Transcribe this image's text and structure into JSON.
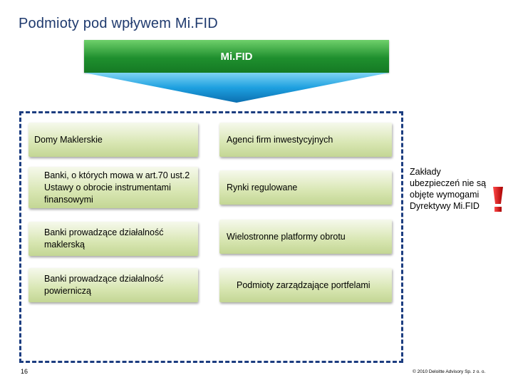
{
  "slide": {
    "title": "Podmioty pod wpływem Mi.FID",
    "banner_label": "Mi.FID",
    "left_boxes": [
      "Domy Maklerskie",
      "Banki, o których mowa w art.70 ust.2 Ustawy o obrocie instrumentami finansowymi",
      "Banki prowadzące działalność maklerską",
      "Banki prowadzące działalność powierniczą"
    ],
    "right_boxes": [
      "Agenci firm inwestycyjnych",
      "Rynki regulowane",
      "Wielostronne platformy obrotu",
      "Podmioty zarządzające portfelami"
    ],
    "side_note": "Zakłady ubezpieczeń nie są objęte wymogami Dyrektywy Mi.FID",
    "page_number": "16",
    "copyright": "© 2010 Deloitte Advisory Sp. z o. o."
  },
  "colors": {
    "title": "#1f3a6e",
    "banner": "#1f8f2e",
    "arrow": "#1ea0e0",
    "dashed_border": "#1c3d80",
    "box_fill": "#d8e6b2",
    "exclamation": "#cc0000"
  },
  "icons": {
    "arrow": "down-arrow-icon",
    "exclamation": "exclamation-icon"
  }
}
